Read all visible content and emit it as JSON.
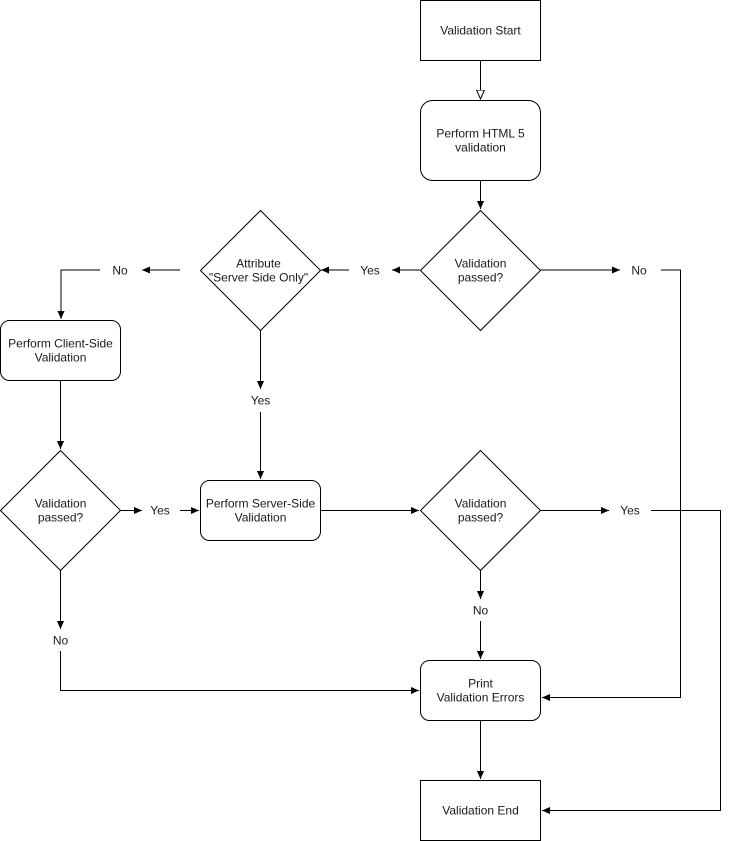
{
  "nodes": {
    "start": {
      "label": "Validation Start"
    },
    "html5": {
      "line1": "Perform HTML 5",
      "line2": "validation"
    },
    "passed_html5": {
      "line1": "Validation",
      "line2": "passed?"
    },
    "server_only": {
      "line1": "Attribute",
      "line2": "\"Server Side Only\""
    },
    "client": {
      "line1": "Perform Client-Side",
      "line2": "Validation"
    },
    "passed_client": {
      "line1": "Validation",
      "line2": "passed?"
    },
    "server": {
      "line1": "Perform Server-Side",
      "line2": "Validation"
    },
    "passed_server": {
      "line1": "Validation",
      "line2": "passed?"
    },
    "print": {
      "line1": "Print",
      "line2": "Validation Errors"
    },
    "end": {
      "label": "Validation End"
    }
  },
  "edge_labels": {
    "html5_yes": "Yes",
    "html5_no": "No",
    "attr_no": "No",
    "attr_yes": "Yes",
    "client_yes": "Yes",
    "client_no": "No",
    "server_yes": "Yes",
    "server_no": "No"
  }
}
